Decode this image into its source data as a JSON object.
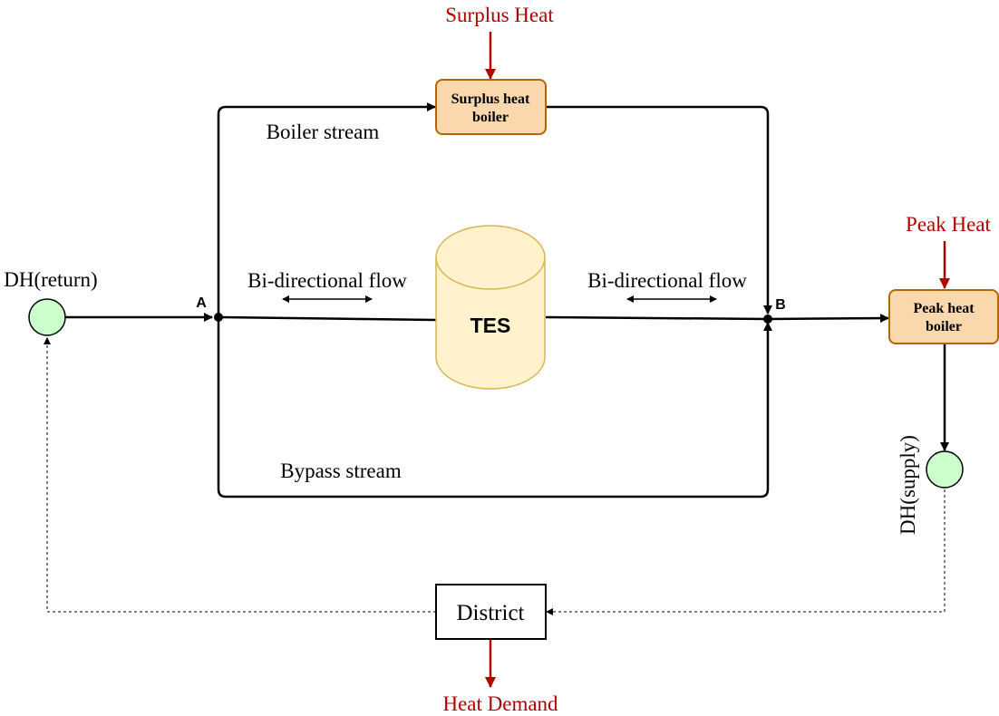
{
  "inputs": {
    "surplus_heat": "Surplus Heat",
    "peak_heat": "Peak Heat",
    "heat_demand": "Heat Demand"
  },
  "nodes": {
    "surplus_boiler": [
      "Surplus heat",
      "boiler"
    ],
    "peak_boiler": [
      "Peak heat",
      "boiler"
    ],
    "tes": "TES",
    "district": "District",
    "dh_return": "DH(return)",
    "dh_supply": "DH(supply)",
    "junction_a": "A",
    "junction_b": "B"
  },
  "streams": {
    "boiler_stream": "Boiler stream",
    "bypass_stream": "Bypass stream",
    "bidir_left": "Bi-directional flow",
    "bidir_right": "Bi-directional flow"
  },
  "colors": {
    "heat_red": "#b20000",
    "line": "#000000",
    "boiler_fill": "#fad7ac",
    "boiler_stroke": "#b46504",
    "tes_fill": "#fff2cc",
    "tes_stroke": "#d6b656",
    "node_fill": "#ccffcc",
    "node_stroke": "#000000"
  }
}
